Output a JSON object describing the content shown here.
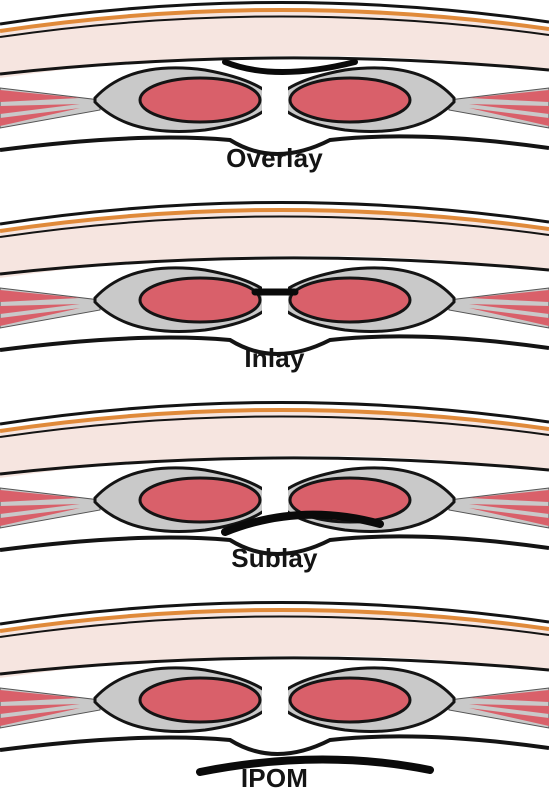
{
  "panels": [
    {
      "label": "Overlay",
      "mesh": "overlay"
    },
    {
      "label": "Inlay",
      "mesh": "inlay"
    },
    {
      "label": "Sublay",
      "mesh": "sublay"
    },
    {
      "label": "IPOM",
      "mesh": "ipom"
    }
  ],
  "colors": {
    "skin": "#e08a3a",
    "subcutis": "#f3dcd6",
    "fascia": "#c9c9c9",
    "muscle": "#d9606a",
    "outline": "#141414",
    "mesh": "#0a0a0a"
  }
}
